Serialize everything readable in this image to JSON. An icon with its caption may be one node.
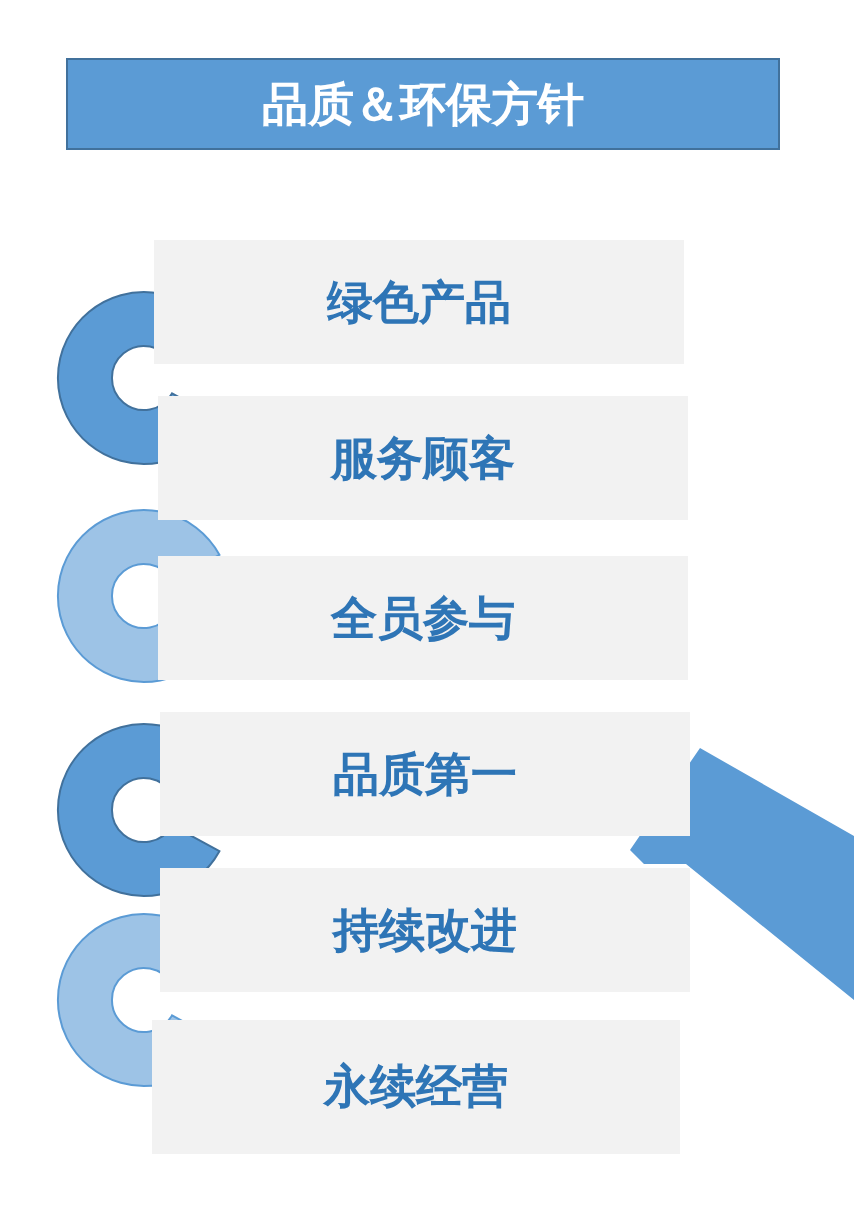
{
  "diagram": {
    "title": "品质＆环保方针",
    "nodes": [
      {
        "text": [
          "绿色产品"
        ]
      },
      {
        "text": [
          "服务顾客"
        ]
      },
      {
        "text": [
          "全员参与"
        ]
      },
      {
        "text": [
          "品质第一"
        ]
      },
      {
        "text": [
          "持续改进"
        ]
      },
      {
        "text": [
          "永续经营"
        ]
      }
    ]
  }
}
